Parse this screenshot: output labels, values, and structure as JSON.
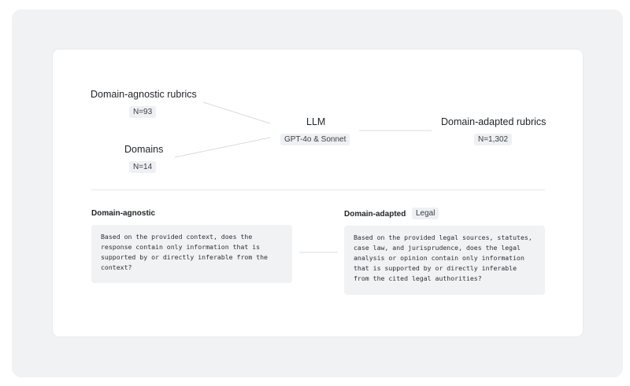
{
  "diagram": {
    "inputs": {
      "agnostic_rubrics": {
        "label": "Domain-agnostic rubrics",
        "count": "N=93"
      },
      "domains": {
        "label": "Domains",
        "count": "N=14"
      }
    },
    "model": {
      "label": "LLM",
      "detail": "GPT-4o & Sonnet"
    },
    "output": {
      "label": "Domain-adapted rubrics",
      "count": "N=1,302"
    }
  },
  "examples": {
    "agnostic": {
      "title": "Domain-agnostic",
      "text": "Based on the provided context, does the\nresponse contain only information that is\nsupported by or directly inferable from the\ncontext?"
    },
    "adapted": {
      "title": "Domain-adapted",
      "domain_tag": "Legal",
      "text": "Based on the provided legal sources, statutes,\ncase law, and jurisprudence, does the legal\nanalysis or opinion contain only information\nthat is supported by or directly inferable\nfrom the cited legal authorities?"
    }
  },
  "colors": {
    "background": "#ffffff",
    "outer_panel": "#f1f2f4",
    "card": "#ffffff",
    "badge": "#eef0f3",
    "connector": "#d9dce0"
  }
}
